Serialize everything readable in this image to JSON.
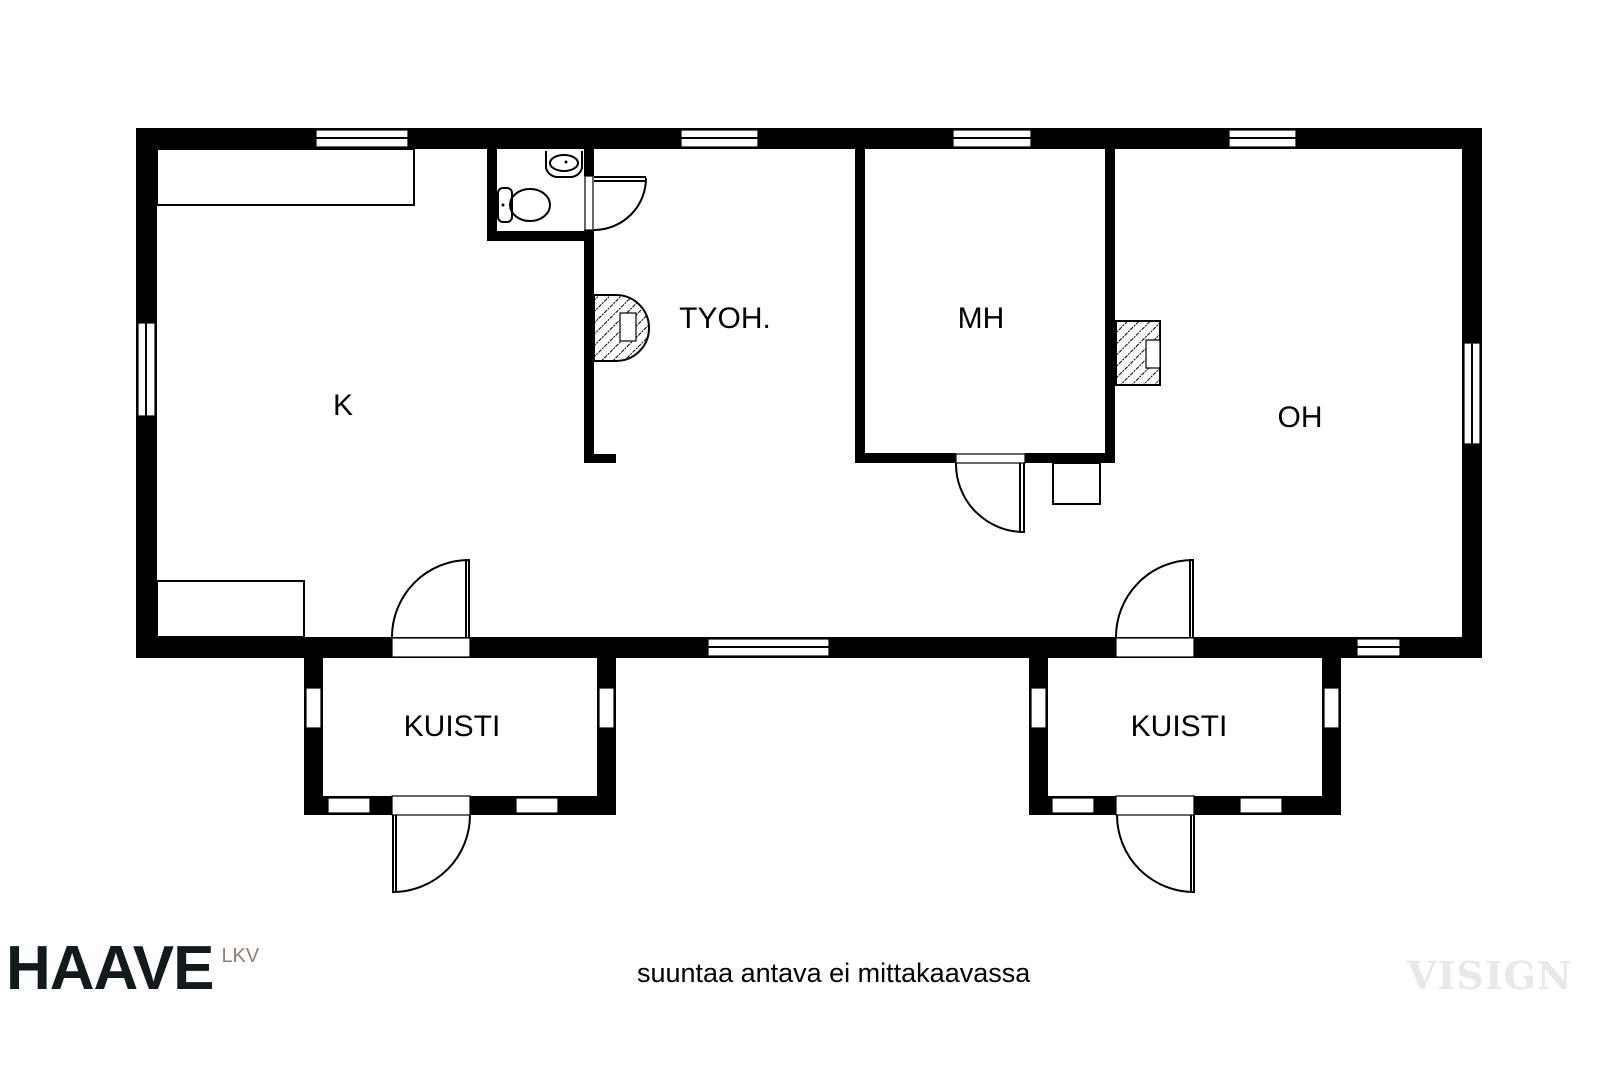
{
  "rooms": {
    "k": "K",
    "tyoh": "TYOH.",
    "mh": "MH",
    "oh": "OH",
    "kuisti_left": "KUISTI",
    "kuisti_right": "KUISTI"
  },
  "note": "suuntaa antava ei mittakaavassa",
  "logo": {
    "name": "HAAVE",
    "suffix": "LKV"
  },
  "watermark": "VISIGN",
  "colors": {
    "wall": "#000000",
    "logo": "#111b1d",
    "logo_suffix": "#8d7f72",
    "watermark": "#ebe7e5"
  }
}
